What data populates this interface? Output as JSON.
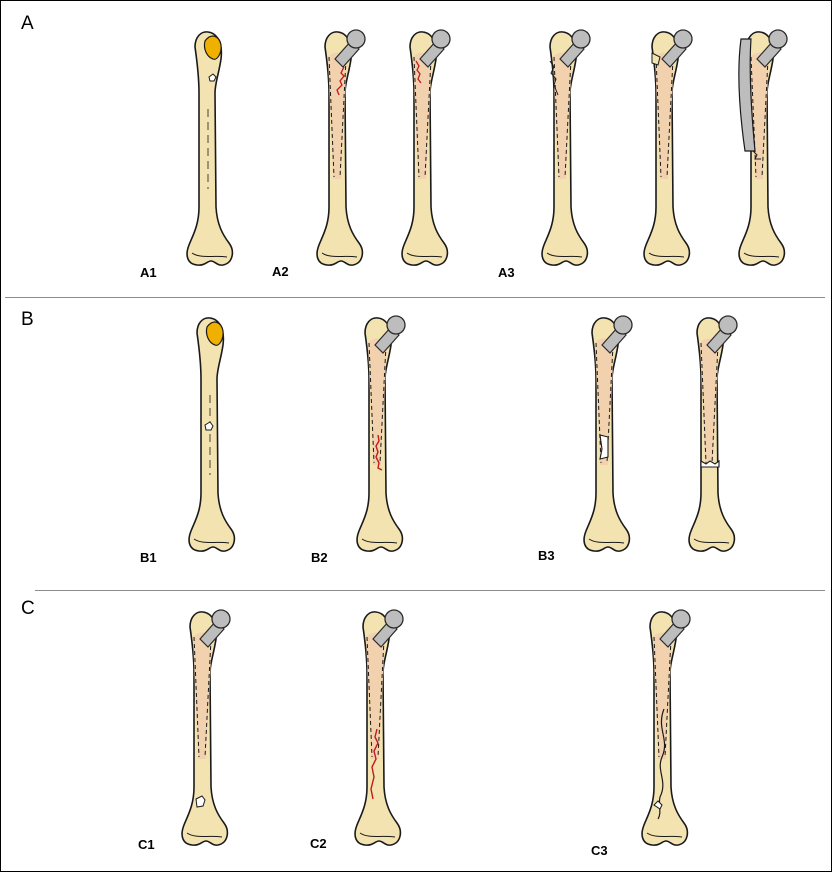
{
  "rows": [
    {
      "letter": "A",
      "labels": [
        "A1",
        "A2",
        "A3"
      ]
    },
    {
      "letter": "B",
      "labels": [
        "B1",
        "B2",
        "B3"
      ]
    },
    {
      "letter": "C",
      "labels": [
        "C1",
        "C2",
        "C3"
      ]
    }
  ],
  "colors": {
    "bone_fill": "#f3e3b0",
    "bone_outline": "#1a1a1a",
    "stem_zone": "#f2d2ae",
    "implant_metal": "#bdbdbd",
    "implant_outline": "#2b2b2b",
    "crack_red": "#c31a1a",
    "femoral_head_orange": "#f0b000",
    "divider_gray": "#8c8c8c"
  },
  "bones": [
    {
      "id": "A1",
      "row": "A",
      "implant": "none",
      "feature": "head-lesion-and-small-defect"
    },
    {
      "id": "A2a",
      "row": "A",
      "implant": "femoral-stem",
      "feature": "red-crack-proximal"
    },
    {
      "id": "A2b",
      "row": "A",
      "implant": "femoral-stem",
      "feature": "red-crack-proximal"
    },
    {
      "id": "A3a",
      "row": "A",
      "implant": "femoral-stem",
      "feature": "proximal-comminution"
    },
    {
      "id": "A3b",
      "row": "A",
      "implant": "femoral-stem",
      "feature": "proximal-comminution"
    },
    {
      "id": "A3c",
      "row": "A",
      "implant": "femoral-stem",
      "feature": "greater-trochanter-split"
    },
    {
      "id": "B1",
      "row": "B",
      "implant": "none",
      "feature": "head-lesion-and-shaft-defect"
    },
    {
      "id": "B2",
      "row": "B",
      "implant": "femoral-stem",
      "feature": "red-crack-at-stem-tip"
    },
    {
      "id": "B3a",
      "row": "B",
      "implant": "femoral-stem",
      "feature": "oblique-fracture-at-tip"
    },
    {
      "id": "B3b",
      "row": "B",
      "implant": "femoral-stem",
      "feature": "transverse-fracture-below-tip"
    },
    {
      "id": "C1",
      "row": "C",
      "implant": "femoral-stem",
      "feature": "distal-defect"
    },
    {
      "id": "C2",
      "row": "C",
      "implant": "femoral-stem",
      "feature": "long-red-crack-distal"
    },
    {
      "id": "C3",
      "row": "C",
      "implant": "femoral-stem",
      "feature": "spiral-fracture-distal"
    }
  ]
}
